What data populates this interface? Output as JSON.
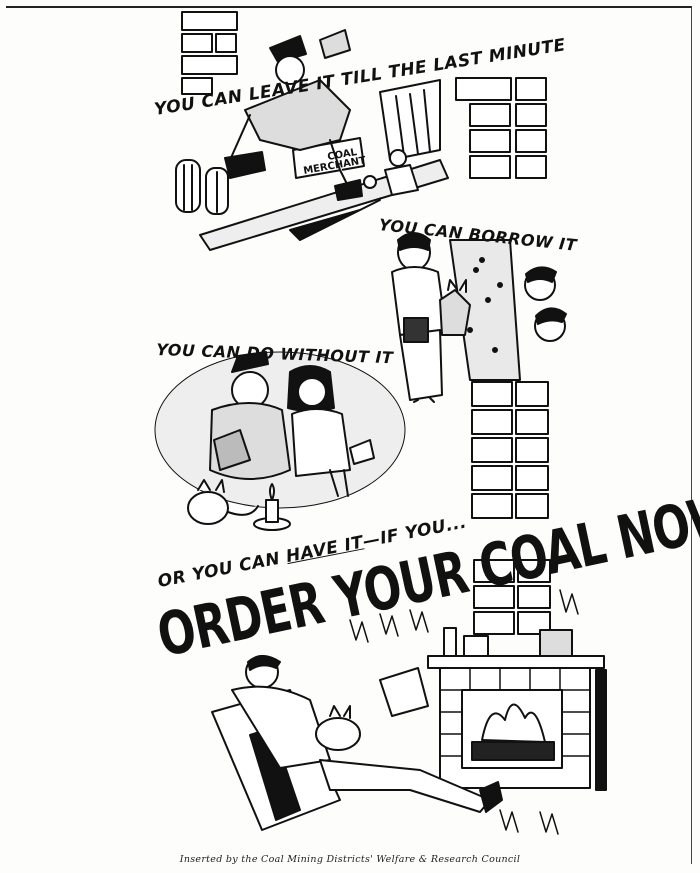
{
  "poster": {
    "caption_leave": "YOU CAN LEAVE IT TILL THE LAST MINUTE",
    "sign_line1": "COAL",
    "sign_line2": "MERCHANT",
    "caption_borrow": "YOU CAN BORROW IT",
    "caption_without": "YOU CAN DO WITHOUT IT",
    "caption_have_pre": "OR YOU CAN ",
    "caption_have_under": "HAVE IT",
    "caption_have_post": "—IF YOU...",
    "headline": "ORDER YOUR COAL NOW!",
    "footer": "Inserted by the Coal Mining Districts' Welfare & Research Council"
  }
}
